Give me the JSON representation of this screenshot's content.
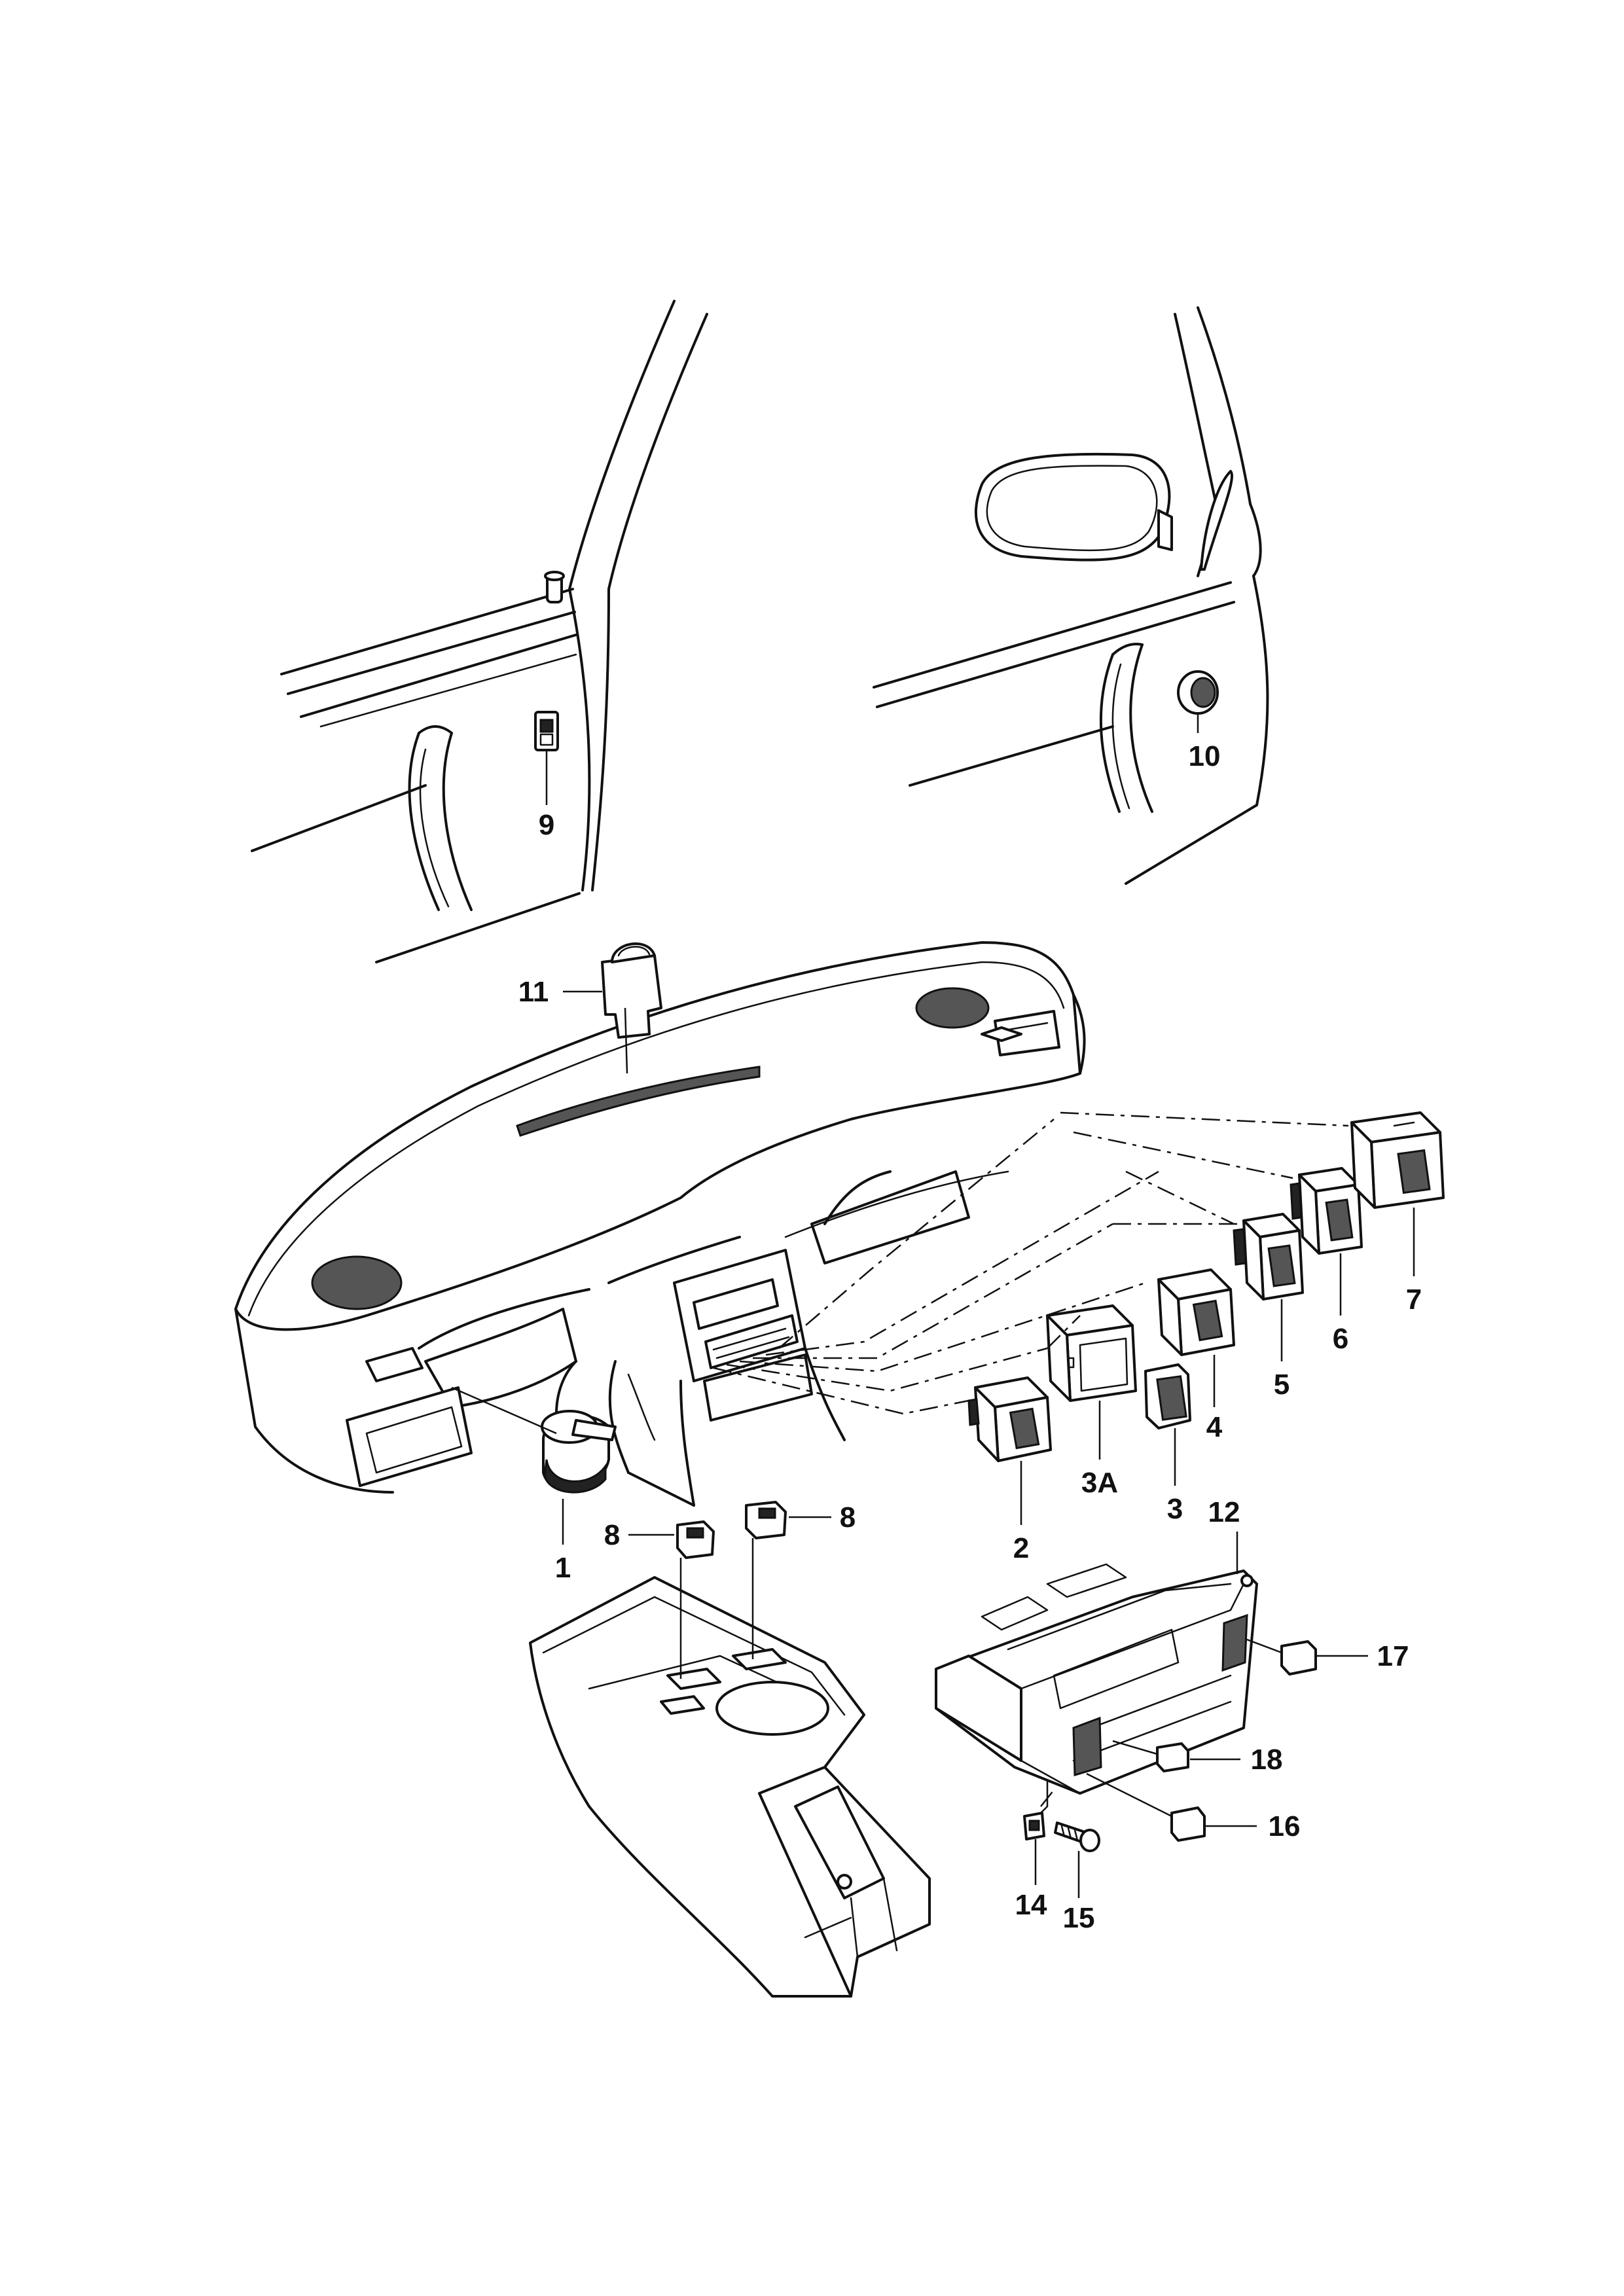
{
  "callouts": {
    "c1": "1",
    "c2": "2",
    "c3": "3",
    "c3a": "3A",
    "c4": "4",
    "c5": "5",
    "c6": "6",
    "c7": "7",
    "c8a": "8",
    "c8b": "8",
    "c9": "9",
    "c10": "10",
    "c11": "11",
    "c12": "12",
    "c14": "14",
    "c15": "15",
    "c16": "16",
    "c17": "17",
    "c18": "18"
  }
}
